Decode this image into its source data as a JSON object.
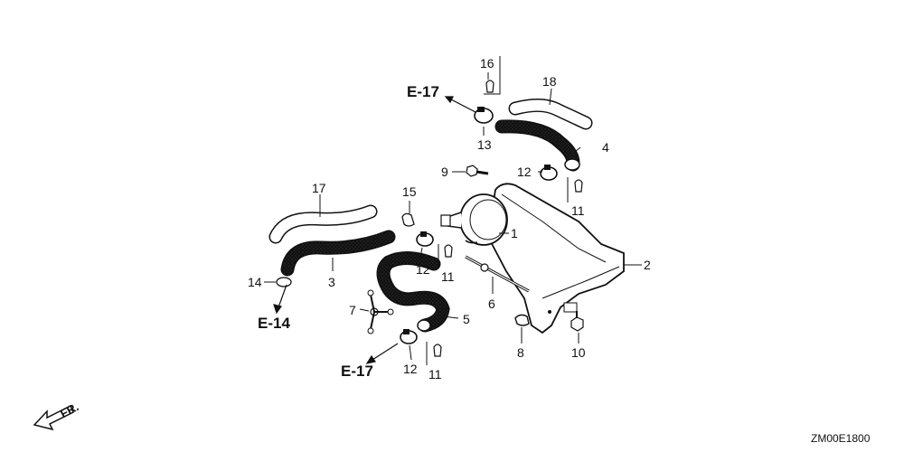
{
  "diagram": {
    "part_numbers": {
      "p1": "1",
      "p2": "2",
      "p3": "3",
      "p4": "4",
      "p5": "5",
      "p6": "6",
      "p7": "7",
      "p8": "8",
      "p9": "9",
      "p10": "10",
      "p14": "14",
      "p15": "15",
      "p16": "16",
      "p17": "17",
      "p18": "18",
      "p13": "13",
      "p11_a": "11",
      "p11_b": "11",
      "p11_c": "11",
      "p12_a": "12",
      "p12_b": "12",
      "p12_c": "12"
    },
    "references": {
      "e17_top": "E-17",
      "e17_bottom": "E-17",
      "e14": "E-14"
    },
    "front_indicator": "FR.",
    "diagram_code": "ZM00E1800"
  }
}
